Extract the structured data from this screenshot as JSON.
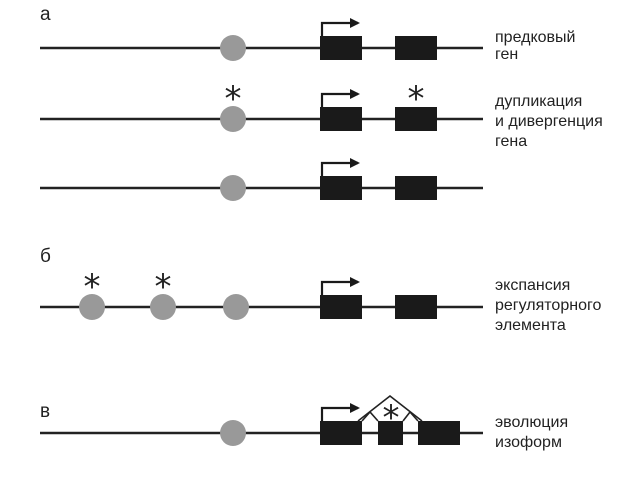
{
  "colors": {
    "line": "#222222",
    "exon": "#1a1a1a",
    "regulatory_element": "#999999",
    "background": "#ffffff"
  },
  "panels": {
    "a": {
      "letter": "а",
      "rows": [
        {
          "caption_lines": [
            "предковый",
            "ген"
          ]
        },
        {
          "caption_lines": [
            "дупликация",
            "и дивергенция",
            "гена"
          ],
          "marks": [
            "*",
            "*"
          ]
        },
        {
          "caption_lines": []
        }
      ]
    },
    "b": {
      "letter": "б",
      "caption_lines": [
        "экспансия",
        "регуляторного",
        "элемента"
      ],
      "marks": [
        "*",
        "*"
      ]
    },
    "c": {
      "letter": "в",
      "caption_lines": [
        "эволюция",
        "изоформ"
      ],
      "marks": [
        "*"
      ]
    }
  },
  "icons": [
    "transcription-start-arrow-icon",
    "mutation-star-icon"
  ]
}
